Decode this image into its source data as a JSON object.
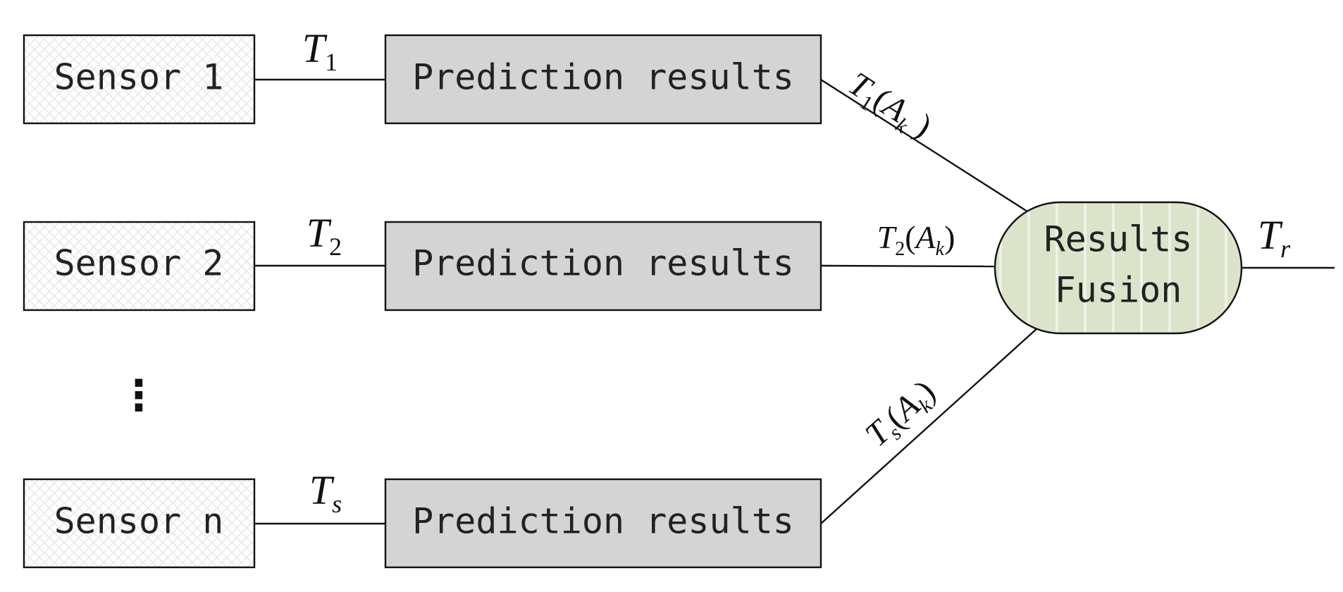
{
  "sensors": [
    {
      "label": "Sensor 1",
      "signal": {
        "base": "T",
        "sub": "1"
      }
    },
    {
      "label": "Sensor 2",
      "signal": {
        "base": "T",
        "sub": "2"
      }
    },
    {
      "label": "Sensor n",
      "signal": {
        "base": "T",
        "sub": "s"
      }
    }
  ],
  "ellipsis": "⋮",
  "prediction_label": "Prediction results",
  "fusion": {
    "line1": "Results",
    "line2": "Fusion"
  },
  "edge_labels": [
    {
      "base": "T",
      "sub": "1",
      "arg_base": "A",
      "arg_sub": "k"
    },
    {
      "base": "T",
      "sub": "2",
      "arg_base": "A",
      "arg_sub": "k"
    },
    {
      "base": "T",
      "sub": "s",
      "arg_base": "A",
      "arg_sub": "k"
    }
  ],
  "output_label": {
    "base": "T",
    "sub": "r"
  },
  "colors": {
    "sensor_fill": "#ffffff",
    "sensor_pattern": "#e3e3e3",
    "prediction_fill": "#d4d4d4",
    "fusion_fill": "#dbe4cb",
    "fusion_stripe": "#eef2e4",
    "stroke": "#111111"
  }
}
